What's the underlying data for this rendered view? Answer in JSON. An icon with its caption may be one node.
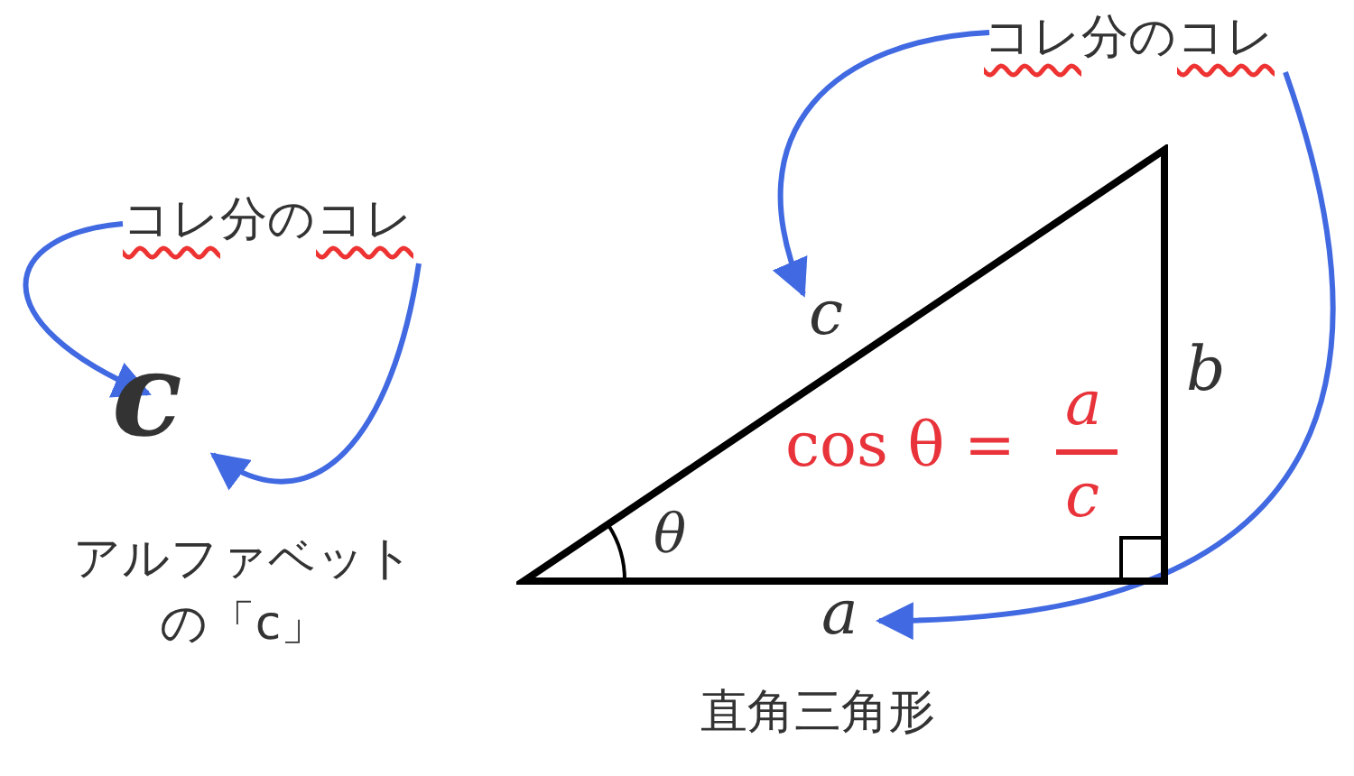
{
  "diagram": {
    "nodes": [
      {
        "text": [
          "コレ分のコレ"
        ]
      },
      {
        "text": [
          "c"
        ],
        "beside": [
          "アルファベットの「c」"
        ]
      },
      {
        "text": [
          "コレ分のコレ"
        ]
      },
      {
        "text": [],
        "shape": "triangle"
      },
      {
        "text": [
          "c"
        ]
      },
      {
        "text": [
          "a"
        ]
      }
    ],
    "edges": [
      {
        "from": 0,
        "to": 1,
        "arrow": "to"
      },
      {
        "from": 0,
        "to": 1,
        "arrow": "to"
      },
      {
        "from": 2,
        "to": 4,
        "arrow": "to"
      },
      {
        "from": 2,
        "to": 5,
        "arrow": "to"
      }
    ],
    "labels": [
      "θ",
      "b",
      "cos θ =",
      "a",
      "c",
      "直角三角形"
    ]
  }
}
